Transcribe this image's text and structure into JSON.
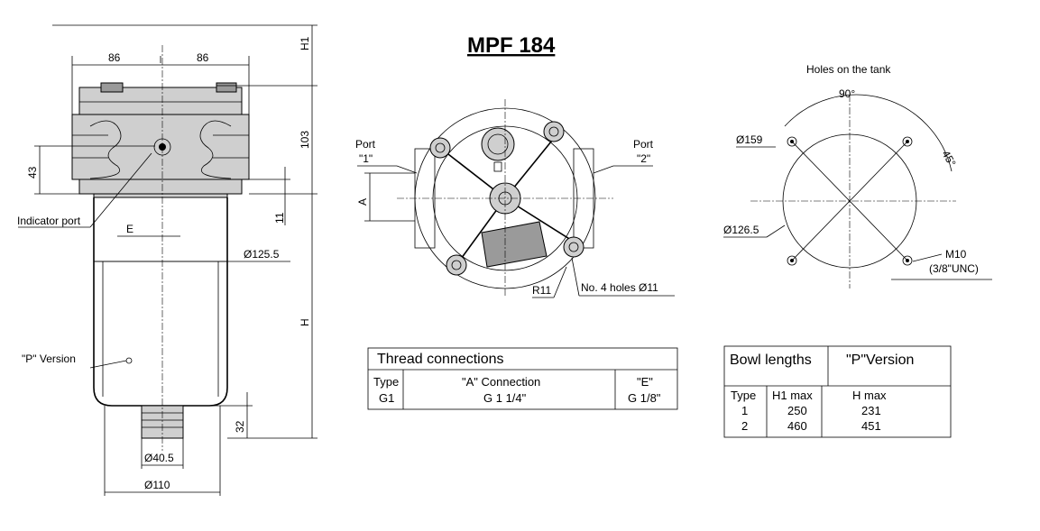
{
  "title": "MPF 184",
  "side_view": {
    "dim_h1": "H1",
    "dim_86_left": "86",
    "dim_86_right": "86",
    "dim_103": "103",
    "dim_43": "43",
    "dim_11": "11",
    "dim_e": "E",
    "dim_125": "Ø125.5",
    "dim_h": "H",
    "dim_32": "32",
    "dim_40": "Ø40.5",
    "dim_110": "Ø110",
    "indicator_port": "Indicator port",
    "p_version": "\"P\" Version"
  },
  "top_view": {
    "port1_a": "Port",
    "port1_b": "\"1\"",
    "port2_a": "Port",
    "port2_b": "\"2\"",
    "dim_a": "A",
    "r11": "R11",
    "holes": "No. 4 holes Ø11"
  },
  "tank_view": {
    "title": "Holes on the tank",
    "angle_90": "90°",
    "angle_45": "45°",
    "dia_159": "Ø159",
    "dia_126": "Ø126.5",
    "m10_a": "M10",
    "m10_b": "(3/8\"UNC)"
  },
  "thread_table": {
    "title": "Thread connections",
    "col1_h1": "Type",
    "col1_h2": "G1",
    "col2_h1": "\"A\"  Connection",
    "col2_h2": "G 1 1/4\"",
    "col3_h1": "\"E\"",
    "col3_h2": "G 1/8\""
  },
  "bowl_table": {
    "title": "Bowl lengths",
    "title2": "\"P\"Version",
    "headers": [
      "Type",
      "H1 max",
      "H max"
    ],
    "rows": [
      [
        "1",
        "250",
        "231"
      ],
      [
        "2",
        "460",
        "451"
      ]
    ]
  }
}
